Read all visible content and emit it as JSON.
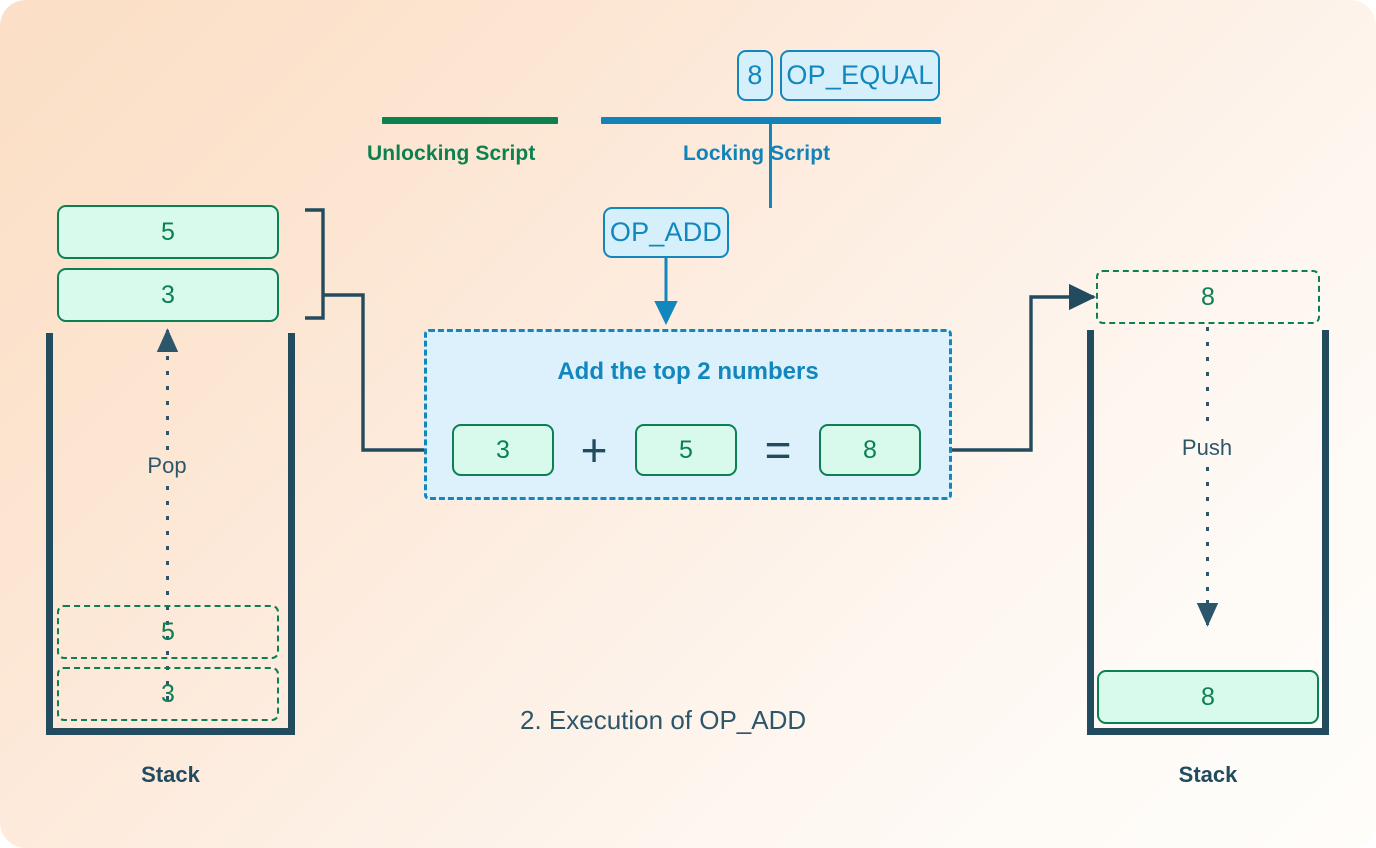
{
  "diagram": {
    "caption": "2. Execution of OP_ADD",
    "colors": {
      "green": "#0b8052",
      "blue": "#1187bd",
      "navy": "#234b5e",
      "green_fill": "#d8faec",
      "blue_fill": "#d6f0fb",
      "panel_fill": "#ddf1fc"
    }
  },
  "scripts": {
    "unlocking": {
      "label": "Unlocking Script"
    },
    "locking": {
      "label": "Locking Script",
      "chips": [
        {
          "text": "8"
        },
        {
          "text": "OP_EQUAL"
        }
      ],
      "current_op": "OP_ADD"
    }
  },
  "left_stack": {
    "caption": "Stack",
    "verb": "Pop",
    "popped_items": [
      {
        "value": "5"
      },
      {
        "value": "3"
      }
    ],
    "ghost_items": [
      {
        "value": "5"
      },
      {
        "value": "3"
      }
    ]
  },
  "calculation": {
    "title": "Add the top 2 numbers",
    "operand_a": "3",
    "operator": "+",
    "operand_b": "5",
    "equals": "=",
    "result": "8"
  },
  "right_stack": {
    "caption": "Stack",
    "verb": "Push",
    "incoming_item": {
      "value": "8"
    },
    "pushed_item": {
      "value": "8"
    }
  }
}
